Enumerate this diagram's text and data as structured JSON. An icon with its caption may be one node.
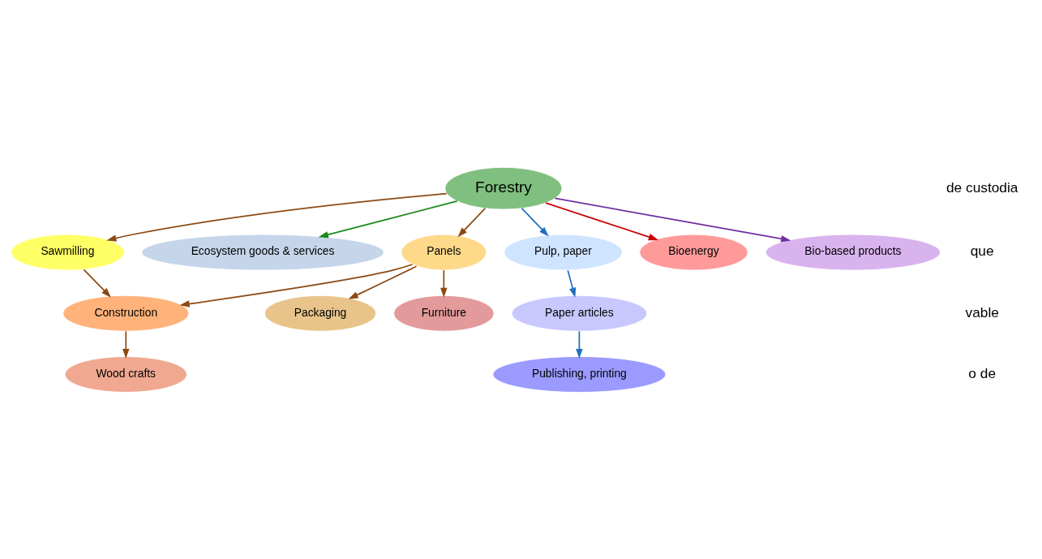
{
  "diagram": {
    "nodes": [
      {
        "text": [
          "Forestry"
        ]
      },
      {
        "text": [
          "Sawmilling"
        ]
      },
      {
        "text": [
          "Ecosystem goods & services"
        ]
      },
      {
        "text": [
          "Panels"
        ]
      },
      {
        "text": [
          "Pulp, paper"
        ]
      },
      {
        "text": [
          "Bioenergy"
        ]
      },
      {
        "text": [
          "Construction"
        ]
      },
      {
        "text": [
          "Bio-based products"
        ]
      },
      {
        "text": [
          "Packaging"
        ]
      },
      {
        "text": [
          "Paper articles"
        ]
      },
      {
        "text": [
          "Wood crafts"
        ]
      },
      {
        "text": [
          "Publishing, printing"
        ]
      },
      {
        "text": [
          "Furniture"
        ]
      }
    ],
    "edges": [
      {
        "from": 0,
        "to": 1,
        "arrow": "to"
      },
      {
        "from": 0,
        "to": 3,
        "arrow": "to"
      },
      {
        "from": 0,
        "to": 4,
        "arrow": "to",
        "color": "#1f6fc0"
      },
      {
        "from": 0,
        "to": 5,
        "arrow": "to",
        "color": "#cc0000"
      },
      {
        "from": 0,
        "to": 2,
        "arrow": "to",
        "color": "#1a8a1a"
      },
      {
        "from": 0,
        "to": 7,
        "arrow": "to",
        "color": "#7030a0"
      },
      {
        "from": 1,
        "to": 6,
        "arrow": "to"
      },
      {
        "from": 3,
        "to": 6,
        "arrow": "to"
      },
      {
        "from": 3,
        "to": 8,
        "arrow": "to"
      },
      {
        "from": 3,
        "to": 12,
        "arrow": "to"
      },
      {
        "from": 6,
        "to": 10,
        "arrow": "to"
      },
      {
        "from": 4,
        "to": 9,
        "arrow": "to",
        "color": "#1f6fc0"
      },
      {
        "from": 9,
        "to": 11,
        "arrow": "to",
        "color": "#1f6fc0"
      }
    ],
    "labels": [
      "de custodia",
      "que",
      "vable",
      "o de"
    ]
  }
}
